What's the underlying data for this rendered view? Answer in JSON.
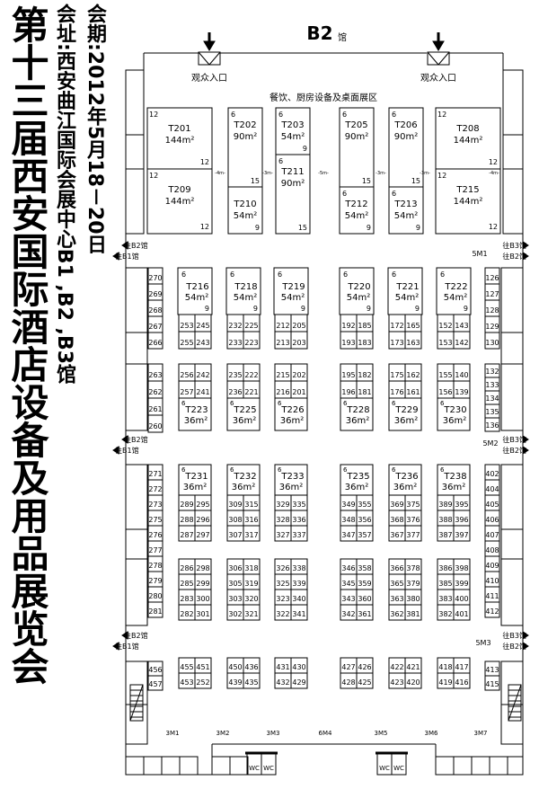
{
  "title": "第十三届西安国际酒店设备及用品展览会",
  "info": {
    "dates": "会期:2012年5月18－20日",
    "venue": "会址:西安曲江国际会展中心B1 ,B2 ,B3馆"
  },
  "hall": {
    "name": "B2",
    "suffix": "馆"
  },
  "entrances": [
    "观众入口",
    "观众入口"
  ],
  "zone_label": "餐饮、厨房设备及桌面展区",
  "side_labels": {
    "to_b1": "往B1馆",
    "to_b2": "往B2馆",
    "to_b3": "往B3馆"
  },
  "aisle_labels": {
    "m1": "5M1",
    "m2": "5M2",
    "m3": "5M3",
    "corr_4m": "-4m-",
    "corr_3m": "-3m-",
    "corr_5m": "-5m-",
    "bottom": [
      "3M1",
      "3M2",
      "3M3",
      "6M4",
      "3M5",
      "3M6",
      "3M7"
    ]
  },
  "wc": "WC",
  "booths": {
    "big": [
      {
        "id": "T201",
        "area": "144m²",
        "d1": "12",
        "d2": "12"
      },
      {
        "id": "T209",
        "area": "144m²",
        "d1": "12",
        "d2": "12"
      },
      {
        "id": "T208",
        "area": "144m²",
        "d1": "12",
        "d2": "12"
      },
      {
        "id": "T215",
        "area": "144m²",
        "d1": "12",
        "d2": "12"
      }
    ],
    "mid_top": [
      {
        "id": "T202",
        "area": "90m²",
        "d1": "6",
        "d2": "15"
      },
      {
        "id": "T210",
        "area": "54m²",
        "d1": "",
        "d2": "9"
      },
      {
        "id": "T203",
        "area": "54m²",
        "d1": "6",
        "d2": "9"
      },
      {
        "id": "T211",
        "area": "90m²",
        "d1": "6",
        "d2": "15"
      },
      {
        "id": "T205",
        "area": "90m²",
        "d1": "6",
        "d2": "15"
      },
      {
        "id": "T212",
        "area": "54m²",
        "d1": "6",
        "d2": "9"
      },
      {
        "id": "T206",
        "area": "90m²",
        "d1": "6",
        "d2": "15"
      },
      {
        "id": "T213",
        "area": "54m²",
        "d1": "6",
        "d2": "9"
      }
    ],
    "row2": [
      "T216",
      "T218",
      "T219",
      "T220",
      "T221",
      "T222"
    ],
    "row2_area": "54m²",
    "row2b": [
      "T223",
      "T225",
      "T226",
      "T228",
      "T229",
      "T230"
    ],
    "row3": [
      "T231",
      "T232",
      "T233",
      "T235",
      "T236",
      "T238"
    ],
    "area36": "36m²",
    "dim6": "6",
    "dim9": "9"
  },
  "grids": {
    "g1": [
      [
        "253",
        "245",
        "232",
        "225",
        "212",
        "205",
        "192",
        "185",
        "172",
        "165",
        "152",
        "143"
      ],
      [
        "255",
        "243",
        "233",
        "223",
        "213",
        "203",
        "193",
        "183",
        "173",
        "163",
        "153",
        "142"
      ]
    ],
    "g2": [
      [
        "256",
        "242",
        "235",
        "222",
        "215",
        "202",
        "195",
        "182",
        "175",
        "162",
        "155",
        "140"
      ],
      [
        "257",
        "241",
        "236",
        "221",
        "216",
        "201",
        "196",
        "181",
        "176",
        "161",
        "156",
        "139"
      ]
    ],
    "g3": [
      [
        "289",
        "295",
        "309",
        "315",
        "329",
        "335",
        "349",
        "355",
        "369",
        "375",
        "389",
        "395"
      ],
      [
        "288",
        "296",
        "308",
        "316",
        "328",
        "336",
        "348",
        "356",
        "368",
        "376",
        "388",
        "396"
      ],
      [
        "287",
        "297",
        "307",
        "317",
        "327",
        "337",
        "347",
        "357",
        "367",
        "377",
        "387",
        "397"
      ]
    ],
    "g4": [
      [
        "286",
        "298",
        "306",
        "318",
        "326",
        "338",
        "346",
        "358",
        "366",
        "378",
        "386",
        "398"
      ],
      [
        "285",
        "299",
        "305",
        "319",
        "325",
        "339",
        "345",
        "359",
        "365",
        "379",
        "385",
        "399"
      ],
      [
        "283",
        "300",
        "303",
        "320",
        "323",
        "340",
        "343",
        "360",
        "363",
        "380",
        "383",
        "400"
      ],
      [
        "282",
        "301",
        "302",
        "321",
        "322",
        "341",
        "342",
        "361",
        "362",
        "381",
        "382",
        "401"
      ]
    ],
    "g5": [
      [
        "455",
        "451",
        "450",
        "436",
        "431",
        "430",
        "427",
        "426",
        "422",
        "421",
        "418",
        "417"
      ],
      [
        "453",
        "252",
        "439",
        "435",
        "432",
        "429",
        "428",
        "425",
        "423",
        "420",
        "419",
        "416"
      ]
    ]
  },
  "left_col": {
    "a": [
      "270",
      "269",
      "268",
      "267",
      "266"
    ],
    "b": [
      "263",
      "262",
      "261",
      "260"
    ],
    "c": [
      "271",
      "272",
      "273",
      "275",
      "276",
      "277",
      "278",
      "279",
      "280",
      "281"
    ],
    "d": [
      "456",
      "457"
    ]
  },
  "right_col": {
    "a": [
      "126",
      "127",
      "128",
      "129",
      "130"
    ],
    "b": [
      "132",
      "133",
      "134",
      "135",
      "136"
    ],
    "c": [
      "402",
      "404",
      "405",
      "406",
      "407",
      "408",
      "409",
      "410",
      "411",
      "412"
    ],
    "d": [
      "413",
      "415"
    ]
  }
}
